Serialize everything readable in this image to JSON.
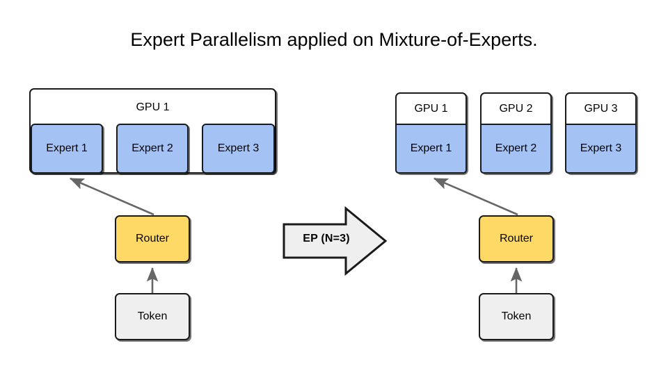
{
  "page": {
    "title": "Expert Parallelism applied on Mixture-of-Experts.",
    "background": "#ffffff"
  },
  "colors": {
    "expert_fill": "#a4c2f4",
    "router_fill": "#ffd966",
    "token_fill": "#efefef",
    "gpu_fill": "#ffffff",
    "arrow_fill": "#efefef",
    "stroke": "#1a1a1a",
    "connector": "#666666"
  },
  "left_panel": {
    "gpu": {
      "label": "GPU 1"
    },
    "experts": [
      {
        "label": "Expert 1"
      },
      {
        "label": "Expert 2"
      },
      {
        "label": "Expert 3"
      }
    ],
    "router": {
      "label": "Router"
    },
    "token": {
      "label": "Token"
    }
  },
  "transform": {
    "label": "EP (N=3)",
    "icon": "block-arrow-right-icon"
  },
  "right_panel": {
    "gpus": [
      {
        "label": "GPU 1",
        "expert": "Expert 1"
      },
      {
        "label": "GPU 2",
        "expert": "Expert 2"
      },
      {
        "label": "GPU 3",
        "expert": "Expert 3"
      }
    ],
    "router": {
      "label": "Router"
    },
    "token": {
      "label": "Token"
    }
  }
}
